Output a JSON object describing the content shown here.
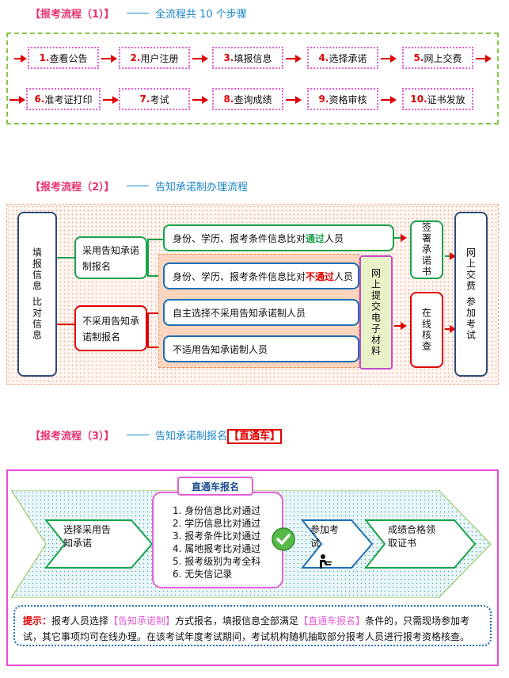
{
  "section1": {
    "title": "【报考流程（1）】",
    "subtitle": "全流程共 10 个步骤",
    "steps": [
      {
        "num": "1.",
        "label": "查看公告"
      },
      {
        "num": "2.",
        "label": "用户注册"
      },
      {
        "num": "3.",
        "label": "填报信息"
      },
      {
        "num": "4.",
        "label": "选择承诺"
      },
      {
        "num": "5.",
        "label": "网上交费"
      },
      {
        "num": "6.",
        "label": "准考证打印"
      },
      {
        "num": "7.",
        "label": "考试"
      },
      {
        "num": "8.",
        "label": "查询成绩"
      },
      {
        "num": "9.",
        "label": "资格审核"
      },
      {
        "num": "10.",
        "label": "证书发放"
      }
    ]
  },
  "section2": {
    "title": "【报考流程（2）】",
    "subtitle": "告知承诺制办理流程",
    "left_box": "填报信息 比对信息",
    "adopt": "采用告知承诺制报名",
    "not_adopt": "不采用告知承诺制报名",
    "pass_row": {
      "prefix": "身份、学历、报考条件信息比对",
      "emph": "通过",
      "suffix": "人员"
    },
    "fail_row": {
      "prefix": "身份、学历、报考条件信息比对",
      "emph": "不通过",
      "suffix": "人员"
    },
    "opt_out": "自主选择不采用告知承诺制人员",
    "not_apply": "不适用告知承诺制人员",
    "submit": "网上提交电子材料",
    "sign": "签署承诺书",
    "online_check": "在线核查",
    "final": "网上交费 参加考试"
  },
  "section3": {
    "title": "【报考流程（3）】",
    "subtitle": "告知承诺制报名",
    "subtitle_emph": "【直通车】",
    "badge": "直通车报名",
    "choose": "选择采用告知承诺",
    "conditions": [
      "1. 身份信息比对通过",
      "2. 学历信息比对通过",
      "3. 报考条件比对通过",
      "4. 属地报考比对通过",
      "5. 报考级别为考全科",
      "6. 无失信记录"
    ],
    "exam": "参加考试",
    "cert": "成绩合格领取证书",
    "tip": {
      "label": "提示：",
      "t1": "报考人员选择",
      "h1": "【告知承诺制】",
      "t2": "方式报名，填报信息全部满足",
      "h2": "【直通车报名】",
      "t3": "条件的，只需现场参加考试，其它事项均可在线办理。在该考试年度考试期间，考试机构随机抽取部分报考人员进行报考资格核查。"
    }
  },
  "colors": {
    "title_pink": "#e8336f",
    "link_blue": "#1b86c9",
    "arrow_red": "#e00000",
    "green": "#18a34a",
    "navy": "#2e4b78",
    "magenta": "#ea4ad7"
  }
}
